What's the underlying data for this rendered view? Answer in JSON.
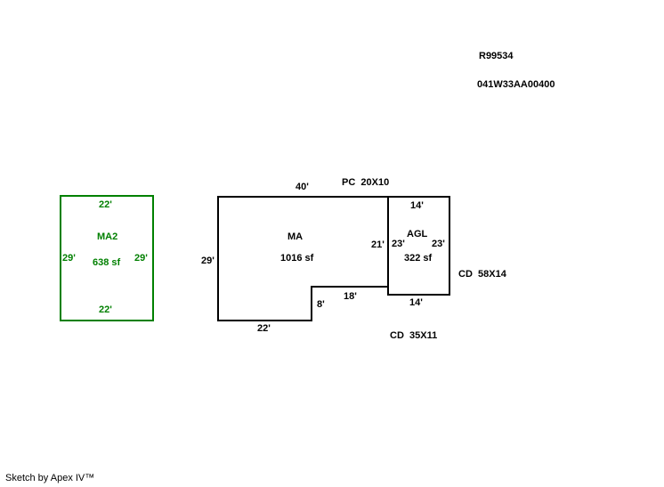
{
  "page": {
    "background": "#ffffff",
    "sketch_line_color": "#000000",
    "ma2_color": "#008000"
  },
  "header": {
    "parcel_id": "R99534",
    "account_number": "041W33AA00400"
  },
  "sketch": {
    "ma2": {
      "name": "MA2",
      "area": "638 sf",
      "dim_top": "22'",
      "dim_bottom": "22'",
      "dim_left": "29'",
      "dim_right": "29'",
      "color": "#008000"
    },
    "ma": {
      "name": "MA",
      "area": "1016 sf",
      "dim_top": "40'",
      "dim_left": "29'",
      "dim_right": "21'",
      "dim_notch_width": "18'",
      "dim_notch_height": "8'",
      "dim_bottom": "22'",
      "color": "#000000"
    },
    "agl": {
      "name": "AGL",
      "area": "322 sf",
      "dim_top": "14'",
      "dim_bottom": "14'",
      "dim_left": "23'",
      "dim_right": "23'",
      "color": "#000000"
    },
    "annotations": {
      "pc": "PC  20X10",
      "cd_right": "CD  58X14",
      "cd_bottom": "CD  35X11"
    }
  },
  "footer": {
    "credit": "Sketch by Apex IV™"
  }
}
